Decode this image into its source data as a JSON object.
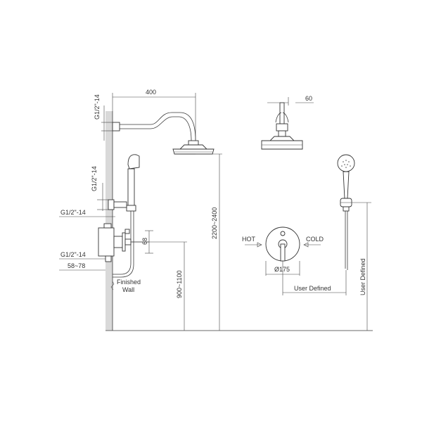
{
  "labels": {
    "pipe_top": "G1/2\"-14",
    "pipe_mid_vertical": "G1/2\"-14",
    "pipe_mid": "G1/2\"-14",
    "pipe_low": "G1/2\"-14",
    "depth_range": "58~78",
    "finished_wall_line1": "Finished",
    "finished_wall_line2": "Wall",
    "arm_length": "400",
    "dim_68": "68",
    "valve_height": "900~1100",
    "head_height": "2200~2400",
    "head_depth": "60",
    "hot": "HOT",
    "cold": "COLD",
    "plate_diameter": "Ø175",
    "user_defined_h": "User Defined",
    "user_defined_v": "User Defined"
  },
  "colors": {
    "line": "#3a3a3a",
    "wall": "#d9d9d9"
  }
}
